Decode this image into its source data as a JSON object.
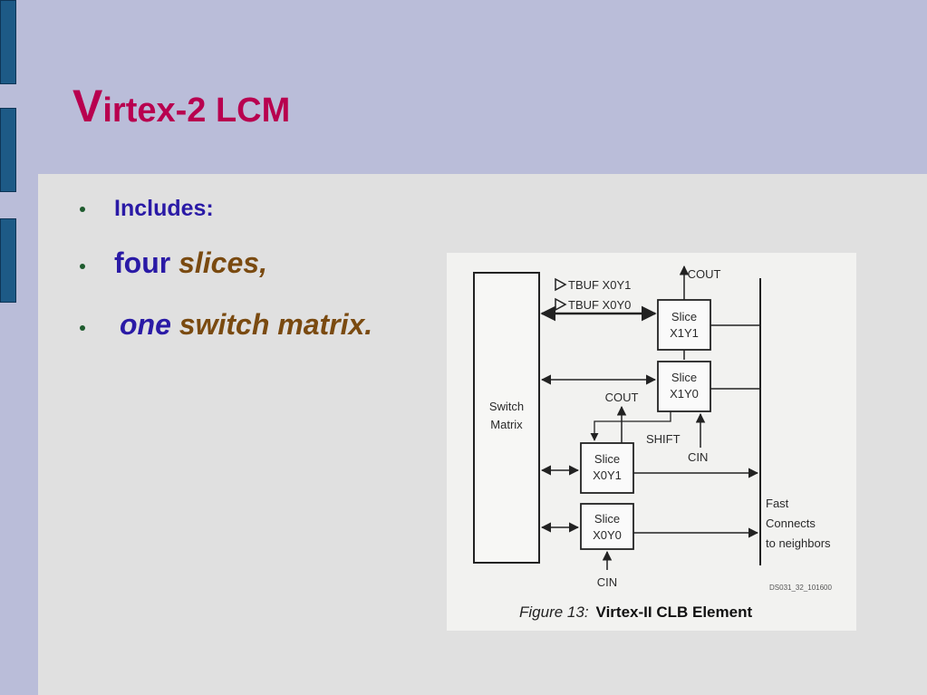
{
  "slide": {
    "title_cap": "V",
    "title_rest": "irtex-2 LCM",
    "bullets": [
      {
        "text": "Includes:"
      },
      {
        "word1": "four",
        "word2": "slices,"
      },
      {
        "word1": "one",
        "word2": "switch matrix."
      }
    ]
  },
  "figure": {
    "switch_matrix_line1": "Switch",
    "switch_matrix_line2": "Matrix",
    "tbuf1": "TBUF X0Y1",
    "tbuf0": "TBUF X0Y0",
    "cout_top": "COUT",
    "cout_mid": "COUT",
    "shift": "SHIFT",
    "cin_mid": "CIN",
    "cin_bottom": "CIN",
    "slices": [
      {
        "l1": "Slice",
        "l2": "X1Y1"
      },
      {
        "l1": "Slice",
        "l2": "X1Y0"
      },
      {
        "l1": "Slice",
        "l2": "X0Y1"
      },
      {
        "l1": "Slice",
        "l2": "X0Y0"
      }
    ],
    "fast1": "Fast",
    "fast2": "Connects",
    "fast3": "to neighbors",
    "code": "DS031_32_101600",
    "caption_a": "Figure 13:",
    "caption_b": "Virtex-II CLB Element"
  }
}
